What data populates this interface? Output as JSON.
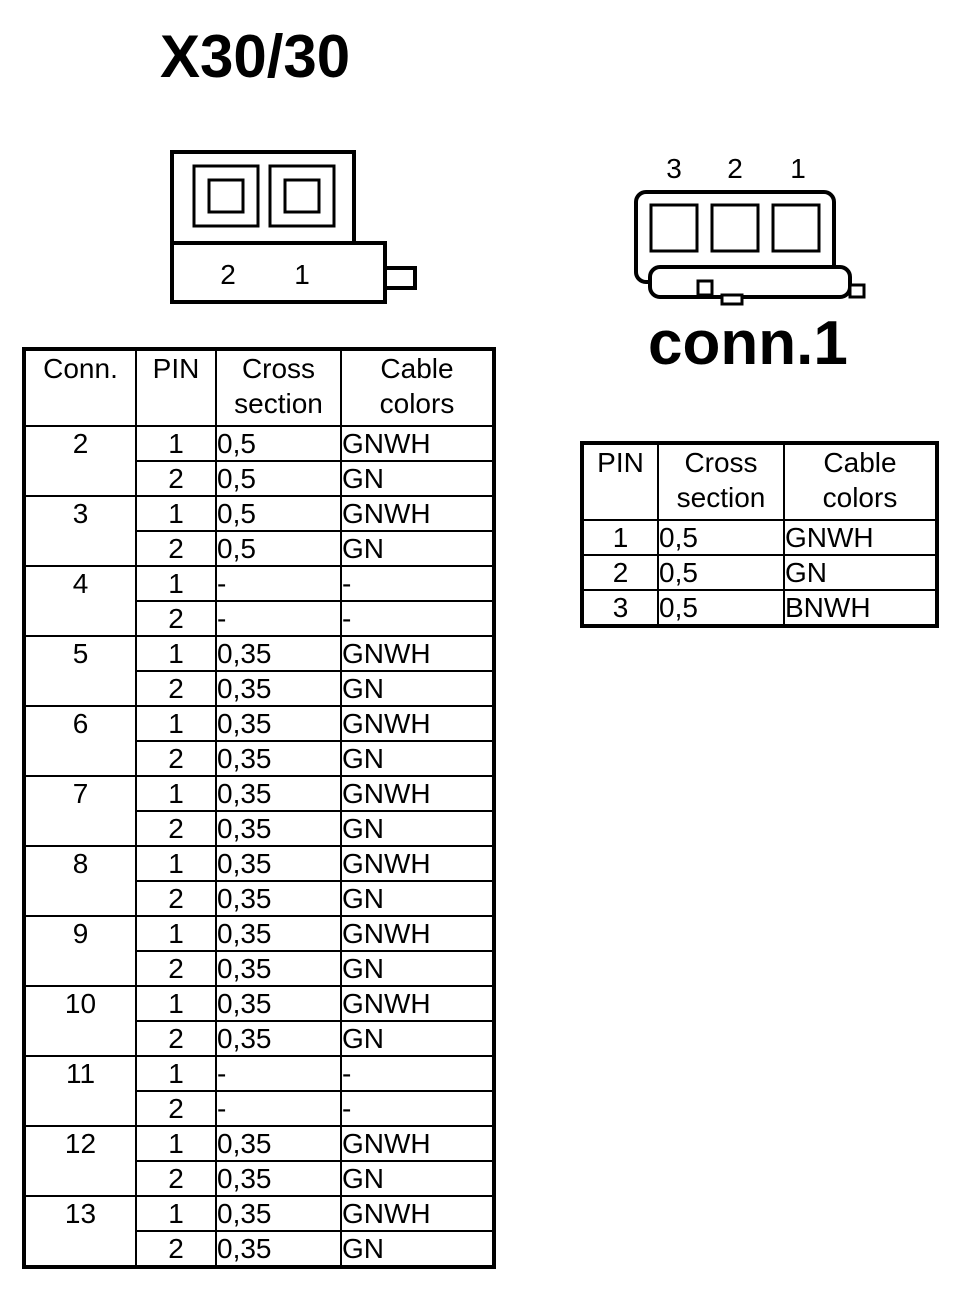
{
  "main_title": "X30/30",
  "connector_x30": {
    "pin_labels": [
      "2",
      "1"
    ]
  },
  "conn1": {
    "title": "conn.1",
    "pin_labels": [
      "3",
      "2",
      "1"
    ]
  },
  "x30_table": {
    "headers": {
      "conn": "Conn.",
      "pin": "PIN",
      "cross_1": "Cross",
      "cross_2": "section",
      "cable_1": "Cable",
      "cable_2": "colors"
    },
    "groups": [
      {
        "conn": "2",
        "rows": [
          {
            "pin": "1",
            "cross": "0,5",
            "color": "GNWH"
          },
          {
            "pin": "2",
            "cross": "0,5",
            "color": "GN"
          }
        ]
      },
      {
        "conn": "3",
        "rows": [
          {
            "pin": "1",
            "cross": "0,5",
            "color": "GNWH"
          },
          {
            "pin": "2",
            "cross": "0,5",
            "color": "GN"
          }
        ]
      },
      {
        "conn": "4",
        "rows": [
          {
            "pin": "1",
            "cross": "-",
            "color": "-"
          },
          {
            "pin": "2",
            "cross": "-",
            "color": "-"
          }
        ]
      },
      {
        "conn": "5",
        "rows": [
          {
            "pin": "1",
            "cross": "0,35",
            "color": "GNWH"
          },
          {
            "pin": "2",
            "cross": "0,35",
            "color": "GN"
          }
        ]
      },
      {
        "conn": "6",
        "rows": [
          {
            "pin": "1",
            "cross": "0,35",
            "color": "GNWH"
          },
          {
            "pin": "2",
            "cross": "0,35",
            "color": "GN"
          }
        ]
      },
      {
        "conn": "7",
        "rows": [
          {
            "pin": "1",
            "cross": "0,35",
            "color": "GNWH"
          },
          {
            "pin": "2",
            "cross": "0,35",
            "color": "GN"
          }
        ]
      },
      {
        "conn": "8",
        "rows": [
          {
            "pin": "1",
            "cross": "0,35",
            "color": "GNWH"
          },
          {
            "pin": "2",
            "cross": "0,35",
            "color": "GN"
          }
        ]
      },
      {
        "conn": "9",
        "rows": [
          {
            "pin": "1",
            "cross": "0,35",
            "color": "GNWH"
          },
          {
            "pin": "2",
            "cross": "0,35",
            "color": "GN"
          }
        ]
      },
      {
        "conn": "10",
        "rows": [
          {
            "pin": "1",
            "cross": "0,35",
            "color": "GNWH"
          },
          {
            "pin": "2",
            "cross": "0,35",
            "color": "GN"
          }
        ]
      },
      {
        "conn": "11",
        "rows": [
          {
            "pin": "1",
            "cross": "-",
            "color": "-"
          },
          {
            "pin": "2",
            "cross": "-",
            "color": "-"
          }
        ]
      },
      {
        "conn": "12",
        "rows": [
          {
            "pin": "1",
            "cross": "0,35",
            "color": "GNWH"
          },
          {
            "pin": "2",
            "cross": "0,35",
            "color": "GN"
          }
        ]
      },
      {
        "conn": "13",
        "rows": [
          {
            "pin": "1",
            "cross": "0,35",
            "color": "GNWH"
          },
          {
            "pin": "2",
            "cross": "0,35",
            "color": "GN"
          }
        ]
      }
    ]
  },
  "conn1_table": {
    "headers": {
      "pin": "PIN",
      "cross_1": "Cross",
      "cross_2": "section",
      "cable_1": "Cable",
      "cable_2": "colors"
    },
    "rows": [
      {
        "pin": "1",
        "cross": "0,5",
        "color": "GNWH"
      },
      {
        "pin": "2",
        "cross": "0,5",
        "color": "GN"
      },
      {
        "pin": "3",
        "cross": "0,5",
        "color": "BNWH"
      }
    ]
  }
}
